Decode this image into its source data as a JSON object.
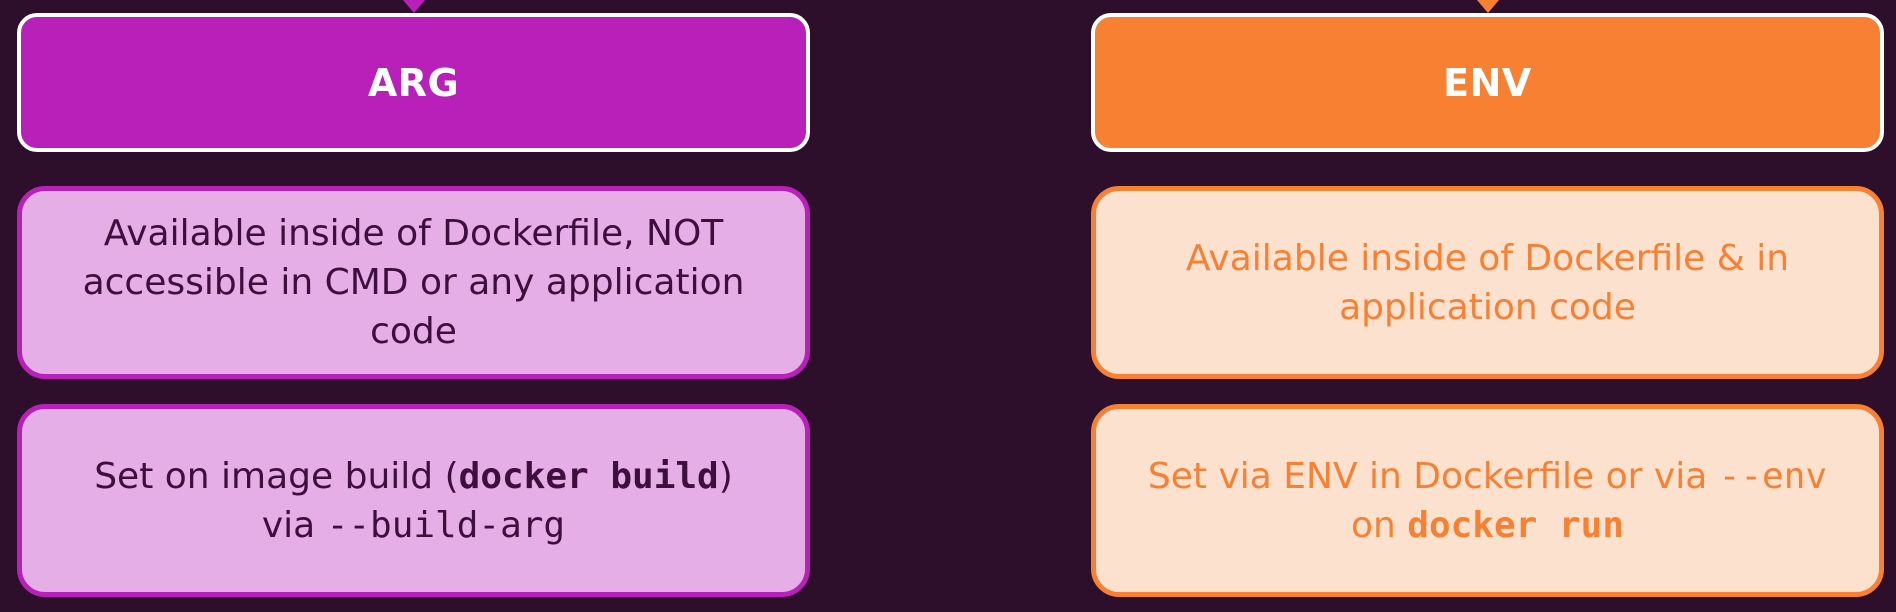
{
  "colors": {
    "background": "#2d0e2b",
    "arg_accent": "#b920b9",
    "arg_soft": "#e6aee6",
    "arg_text": "#3e0f3e",
    "env_accent": "#f78033",
    "env_soft": "#fde1cf",
    "env_text": "#f78033",
    "header_border": "#ffffff"
  },
  "arg": {
    "title": "ARG",
    "availability": "Available inside of Dockerfile, NOT accessible in CMD or any application code",
    "set": {
      "prefix": "Set on image build (",
      "command": "docker build",
      "suffix": ")",
      "via": "via ",
      "flag": "--build-arg"
    }
  },
  "env": {
    "title": "ENV",
    "availability": "Available inside of Dockerfile & in application code",
    "set": {
      "prefix": "Set via ENV in Dockerfile or via ",
      "flag": "--env",
      "on": "on ",
      "command": "docker run"
    }
  }
}
